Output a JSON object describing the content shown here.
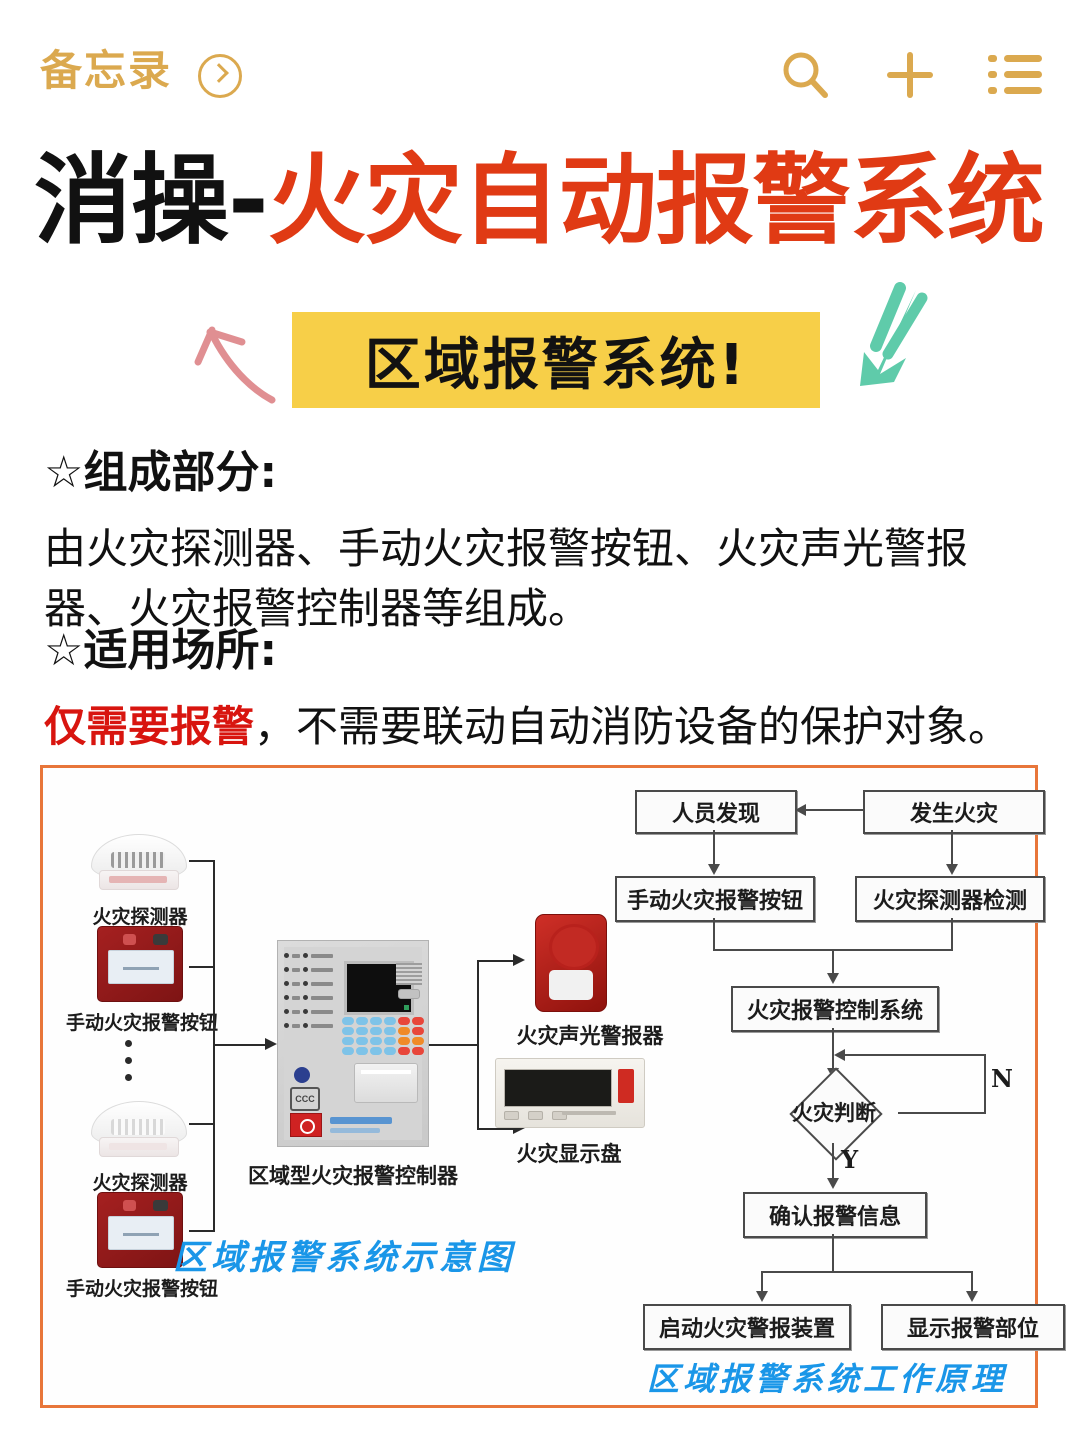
{
  "header": {
    "app_name": "备忘录",
    "chevron_icon": "chevron-right-circle-icon",
    "icons": [
      {
        "name": "search-icon",
        "label": "搜索"
      },
      {
        "name": "plus-icon",
        "label": "新建"
      },
      {
        "name": "list-icon",
        "label": "列表"
      }
    ],
    "accent_color": "#dba94f"
  },
  "title": {
    "prefix": "消操-",
    "highlight": "火灾自动报警系统",
    "prefix_color": "#111111",
    "highlight_color": "#e03a14"
  },
  "banner": {
    "text": "区域报警系统!",
    "background": "#f7cf48",
    "text_color": "#121212",
    "left_arrow_icon": "pink-arrow-up-left-icon",
    "left_arrow_color": "#e08f92",
    "right_arrow_icon": "teal-arrow-down-left-icon",
    "right_arrow_color": "#5fcbaa"
  },
  "sections": [
    {
      "heading": "☆组成部分:",
      "underline_color": "#f07a2a",
      "body": "由火灾探测器、手动火灾报警按钮、火灾声光警报器、火灾报警控制器等组成。"
    },
    {
      "heading": "☆适用场所:",
      "underline_color": "#f07a2a",
      "body_red": "仅需要报警",
      "body_rest": "，不需要联动自动消防设备的保护对象。",
      "red_color": "#d8150f"
    }
  ],
  "panel": {
    "border_color": "#e8763a",
    "schematic": {
      "caption": "区域报警系统示意图",
      "caption_color": "#1a96e8",
      "labels": {
        "detector_top": "火灾探测器",
        "callpoint_top": "手动火灾报警按钮",
        "detector_bottom": "火灾探测器",
        "callpoint_bottom": "手动火灾报警按钮",
        "controller": "区域型火灾报警控制器",
        "sounder": "火灾声光警报器",
        "display": "火灾显示盘"
      }
    },
    "flowchart": {
      "caption": "区域报警系统工作原理",
      "caption_color": "#1a96e8",
      "nodes": [
        {
          "id": "n1",
          "text": "人员发现",
          "shape": "rect"
        },
        {
          "id": "n2",
          "text": "发生火灾",
          "shape": "rect"
        },
        {
          "id": "n3",
          "text": "手动火灾报警按钮",
          "shape": "rect"
        },
        {
          "id": "n4",
          "text": "火灾探测器检测",
          "shape": "rect"
        },
        {
          "id": "n5",
          "text": "火灾报警控制系统",
          "shape": "rect"
        },
        {
          "id": "n6",
          "text": "火灾判断",
          "shape": "diamond"
        },
        {
          "id": "n7",
          "text": "确认报警信息",
          "shape": "rect"
        },
        {
          "id": "n8",
          "text": "启动火灾警报装置",
          "shape": "rect"
        },
        {
          "id": "n9",
          "text": "显示报警部位",
          "shape": "rect"
        }
      ],
      "branch_labels": {
        "no": "N",
        "yes": "Y"
      }
    }
  }
}
